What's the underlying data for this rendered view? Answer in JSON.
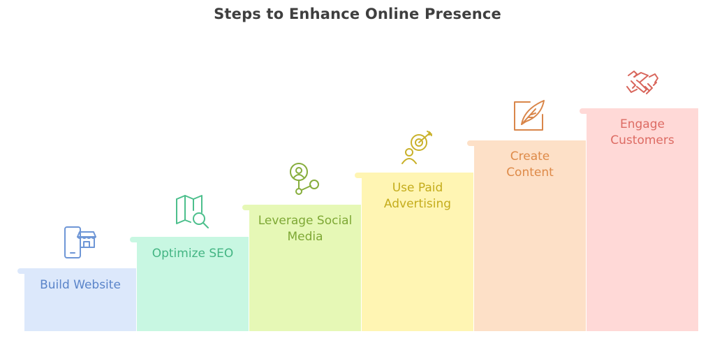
{
  "title": "Steps to Enhance Online Presence",
  "steps": [
    {
      "label": "Build Website",
      "icon": "mobile-store-icon",
      "fill": "#dce8fb",
      "text": "#5a84c9"
    },
    {
      "label": "Optimize SEO",
      "icon": "map-search-icon",
      "fill": "#c8f7e2",
      "text": "#43b583"
    },
    {
      "label": "Leverage Social\nMedia",
      "icon": "social-network-icon",
      "fill": "#e6f8b6",
      "text": "#7ea835"
    },
    {
      "label": "Use Paid\nAdvertising",
      "icon": "target-audience-icon",
      "fill": "#fff5b3",
      "text": "#c4ac1c"
    },
    {
      "label": "Create\nContent",
      "icon": "quill-document-icon",
      "fill": "#fde0c7",
      "text": "#de8a48"
    },
    {
      "label": "Engage\nCustomers",
      "icon": "handshake-icon",
      "fill": "#ffd9d7",
      "text": "#dd6b63"
    }
  ]
}
